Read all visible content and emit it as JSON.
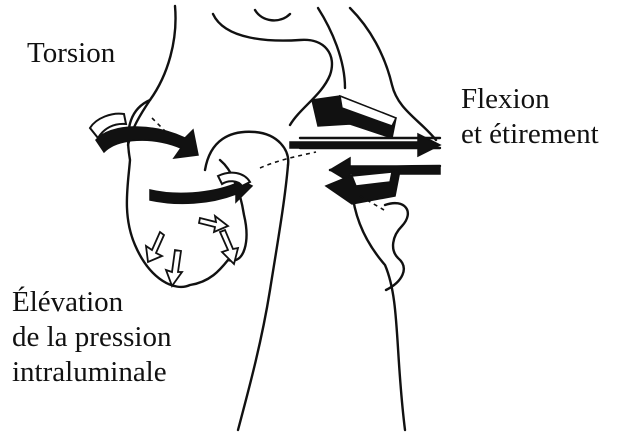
{
  "labels": {
    "torsion": "Torsion",
    "flexion_line1": "Flexion",
    "flexion_line2": "et étirement",
    "elevation_line1": "Élévation",
    "elevation_line2": "de la pression",
    "elevation_line3": "intraluminale"
  },
  "colors": {
    "ink": "#111111",
    "background": "#ffffff"
  }
}
